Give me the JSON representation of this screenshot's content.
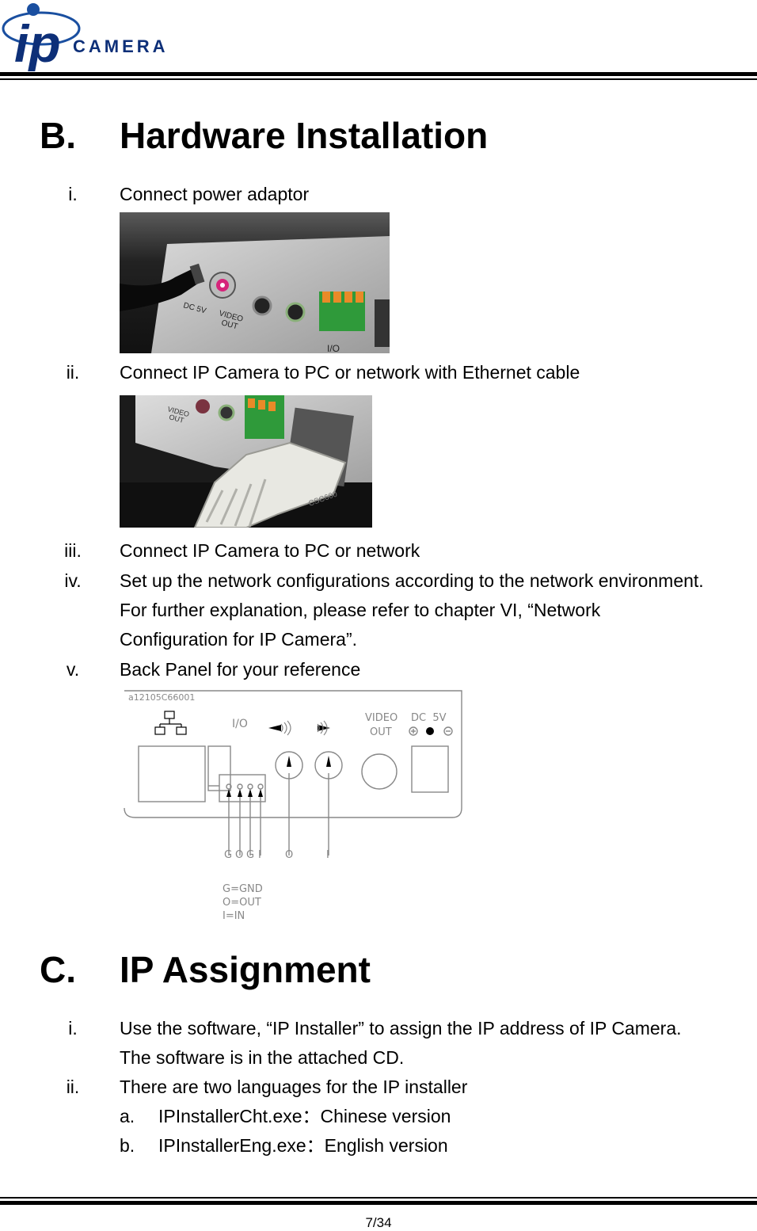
{
  "header": {
    "logo_ip": "ip",
    "logo_camera": "CAMERA"
  },
  "section_b": {
    "letter": "B.",
    "title": "Hardware Installation",
    "items": [
      {
        "num": "i.",
        "text": "Connect power adaptor"
      },
      {
        "num": "ii.",
        "text": "Connect IP Camera to PC or network with Ethernet cable"
      },
      {
        "num": "iii.",
        "text": "Connect IP Camera to PC or network"
      },
      {
        "num": "iv.",
        "lines": [
          "Set up the network configurations according to the network environment.",
          "For further explanation, please refer to chapter VI, “Network",
          "Configuration for IP Camera”."
        ]
      },
      {
        "num": "v.",
        "text": "Back Panel for your reference"
      }
    ]
  },
  "photo1": {
    "dc": "DC 5V",
    "video": "VIDEO",
    "out": "OUT",
    "io": "I/O"
  },
  "photo2": {
    "video": "VIDEO",
    "out": "OUT",
    "model": "CSC600"
  },
  "diagram": {
    "serial": "a12105C66001",
    "io": "I/O",
    "video": "VIDEO",
    "out": "OUT",
    "dc": "DC  5V",
    "pins": [
      "G",
      "O",
      "G",
      "I"
    ],
    "audio_out": "O",
    "audio_in": "I",
    "legend": [
      "G=GND",
      "O=OUT",
      "I=IN"
    ]
  },
  "section_c": {
    "letter": "C.",
    "title": "IP Assignment",
    "items": [
      {
        "num": "i.",
        "lines": [
          "Use the software, “IP Installer” to assign the IP address of IP Camera.",
          "The software is in the attached CD."
        ]
      },
      {
        "num": "ii.",
        "text": "There are two languages for the IP installer"
      }
    ],
    "subitems": [
      {
        "letter": "a.",
        "text": "IPInstallerCht.exe：Chinese version"
      },
      {
        "letter": "b.",
        "text": "IPInstallerEng.exe：English version"
      }
    ]
  },
  "footer": {
    "page": "7/34"
  }
}
